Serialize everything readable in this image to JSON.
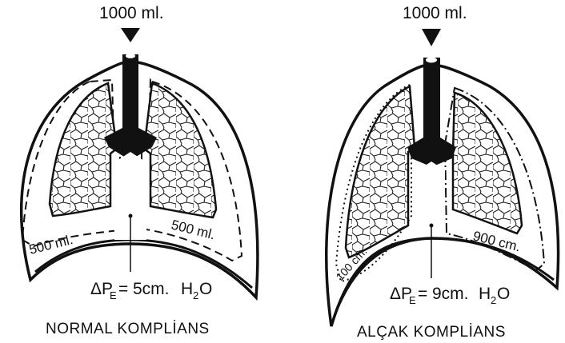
{
  "diagrams": [
    {
      "input_volume": "1000 ml.",
      "left_lung_volume": "500 ml.",
      "right_lung_volume": "500 ml.",
      "pressure_delta": "5cm.",
      "caption": "NORMAL KOMPLİANS"
    },
    {
      "input_volume": "1000 ml.",
      "left_lung_volume": "100 cm.",
      "right_lung_volume": "900 cm.",
      "pressure_delta": "9cm.",
      "caption": "ALÇAK KOMPLİANS"
    }
  ],
  "pressure_symbol": "ΔP",
  "pressure_subscript": "E",
  "pressure_unit": "H",
  "pressure_unit_sub": "2",
  "pressure_unit_tail": "O"
}
